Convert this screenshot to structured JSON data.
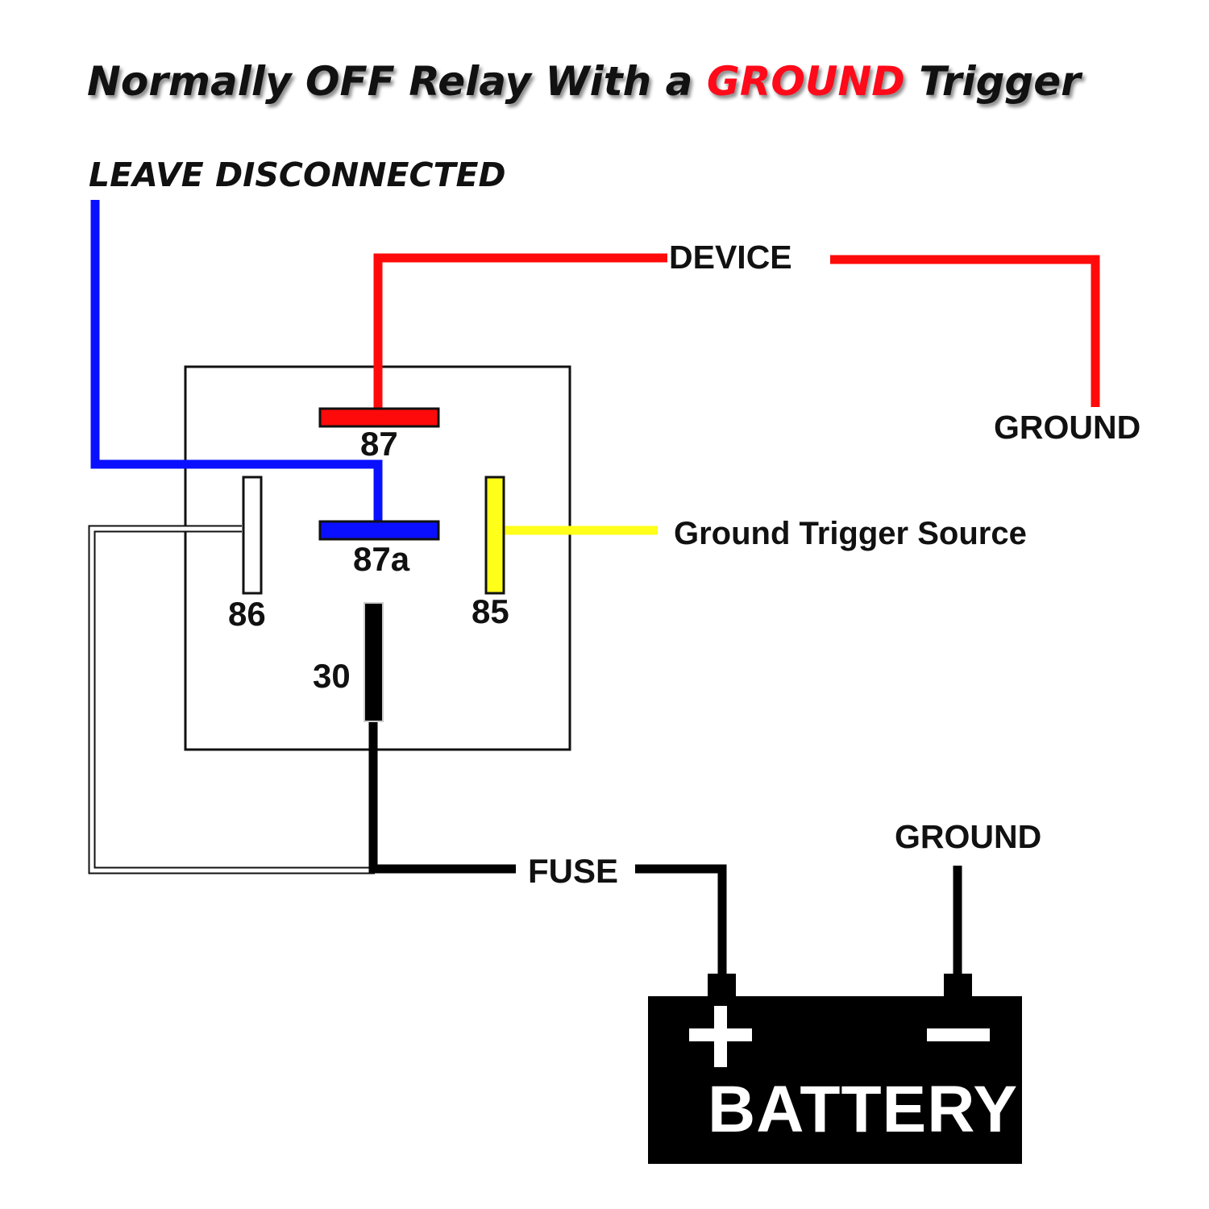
{
  "title": {
    "part1": "Normally OFF Relay With a ",
    "accent": "GROUND",
    "part2": " Trigger",
    "accent_color": "#ff0a1a"
  },
  "labels": {
    "leave_disconnected": "LEAVE DISCONNECTED",
    "device": "DEVICE",
    "ground_top": "GROUND",
    "ground_trigger_source": "Ground Trigger Source",
    "fuse": "FUSE",
    "ground_bottom": "GROUND"
  },
  "pins": {
    "p87": "87",
    "p87a": "87a",
    "p86": "86",
    "p85": "85",
    "p30": "30"
  },
  "battery": {
    "label": "BATTERY",
    "plus_symbol": "plus-icon",
    "minus_symbol": "minus-icon"
  },
  "colors": {
    "wire_87": "#ff0a0a",
    "wire_87a": "#0a10ff",
    "wire_85": "#ffff1a",
    "wire_30": "#000000",
    "wire_86": "#ffffff",
    "battery_body": "#000000"
  }
}
